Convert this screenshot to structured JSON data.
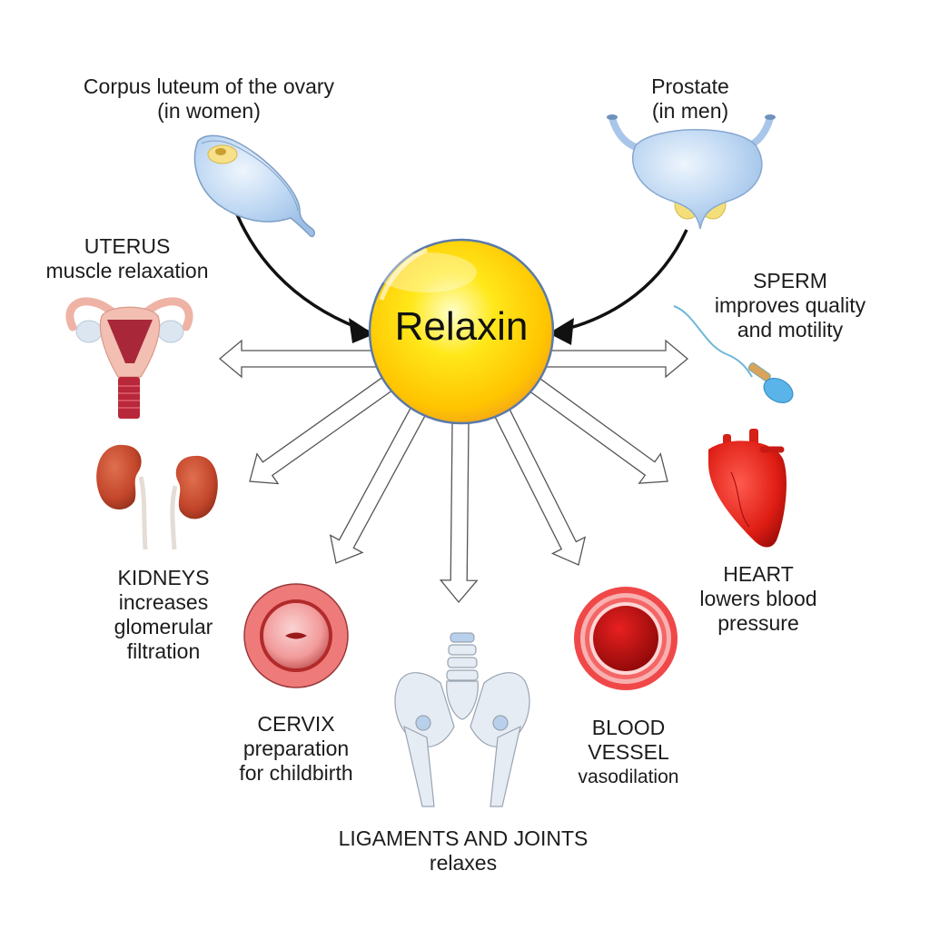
{
  "center": {
    "label": "Relaxin"
  },
  "sources": [
    {
      "id": "corpus-luteum",
      "lines": [
        "Corpus luteum of the ovary",
        "(in women)"
      ]
    },
    {
      "id": "prostate",
      "lines": [
        "Prostate",
        "(in men)"
      ]
    }
  ],
  "targets": [
    {
      "id": "uterus",
      "lines": [
        "UTERUS",
        "muscle relaxation"
      ]
    },
    {
      "id": "sperm",
      "lines": [
        "SPERM",
        "improves quality",
        "and motility"
      ]
    },
    {
      "id": "kidneys",
      "lines": [
        "KIDNEYS",
        "increases",
        "glomerular",
        "filtration"
      ]
    },
    {
      "id": "heart",
      "lines": [
        "HEART",
        "lowers blood",
        "pressure"
      ]
    },
    {
      "id": "cervix",
      "lines": [
        "CERVIX",
        "preparation",
        "for childbirth"
      ]
    },
    {
      "id": "blood-vessel",
      "lines": [
        "BLOOD",
        "VESSEL",
        "vasodilation"
      ]
    },
    {
      "id": "ligaments",
      "lines": [
        "LIGAMENTS AND JOINTS",
        "relaxes"
      ]
    }
  ],
  "colors": {
    "sphere_yellow": "#ffd400",
    "sphere_orange": "#f5a800",
    "sphere_border": "#4a6a9a",
    "organ_blue": "#bcd6f2",
    "organ_red": "#d8261e",
    "kidney": "#c2452a",
    "arrow_stroke": "#555555"
  }
}
